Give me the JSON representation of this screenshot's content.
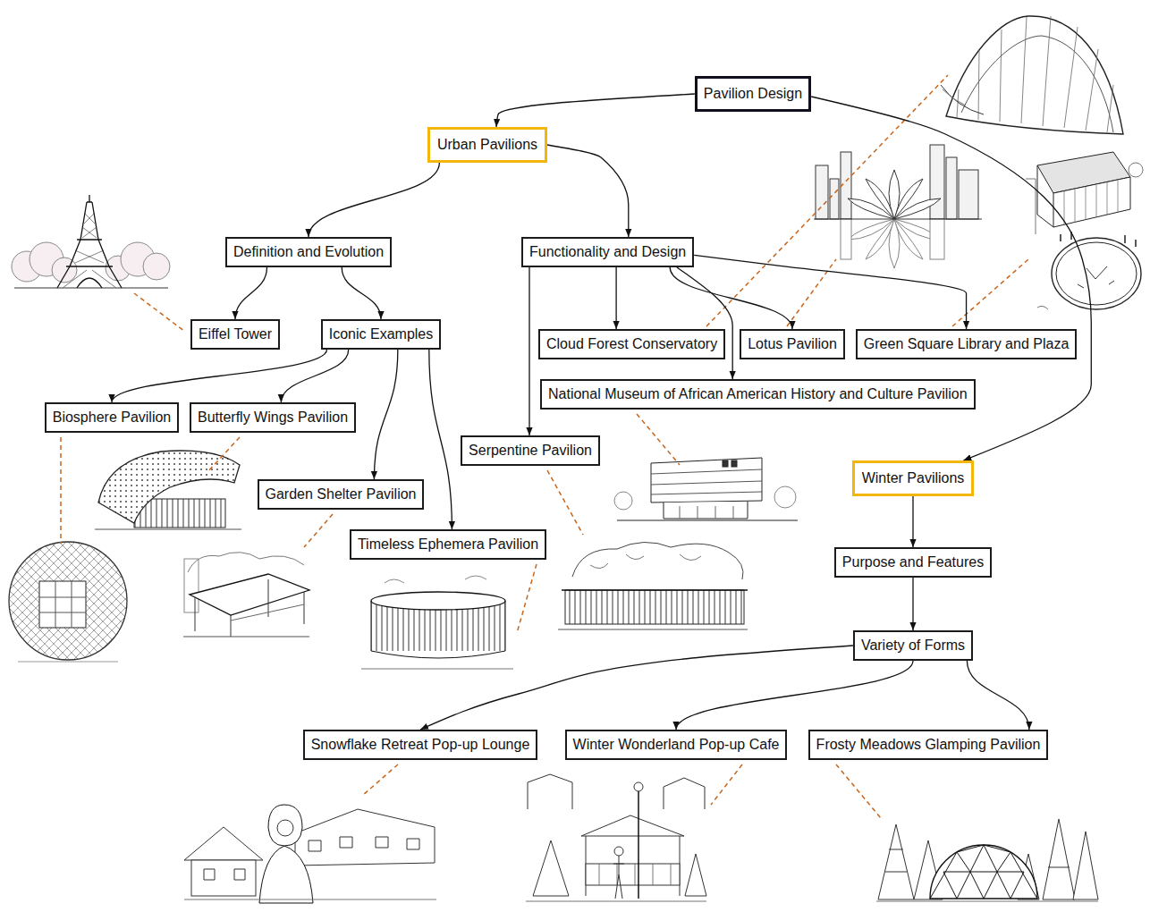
{
  "diagram": {
    "nodes": [
      {
        "text": [
          "Pavilion Design"
        ]
      },
      {
        "text": [
          "Urban Pavilions"
        ]
      },
      {
        "text": [
          "Definition and Evolution"
        ]
      },
      {
        "text": [
          "Functionality and Design"
        ]
      },
      {
        "text": [
          "Eiffel Tower"
        ]
      },
      {
        "text": [
          "Iconic Examples"
        ]
      },
      {
        "text": [
          "Cloud Forest Conservatory"
        ]
      },
      {
        "text": [
          "Lotus Pavilion"
        ]
      },
      {
        "text": [
          "Green Square Library and Plaza"
        ]
      },
      {
        "text": [
          "National Museum of African American History and Culture Pavilion"
        ]
      },
      {
        "text": [
          "Biosphere Pavilion"
        ]
      },
      {
        "text": [
          "Butterfly Wings Pavilion"
        ]
      },
      {
        "text": [
          "Serpentine Pavilion"
        ]
      },
      {
        "text": [
          "Winter Pavilions"
        ]
      },
      {
        "text": [
          "Garden Shelter Pavilion"
        ]
      },
      {
        "text": [
          "Timeless Ephemera Pavilion"
        ]
      },
      {
        "text": [
          "Purpose and Features"
        ]
      },
      {
        "text": [
          "Variety of Forms"
        ]
      },
      {
        "text": [
          "Snowflake Retreat Pop-up Lounge"
        ]
      },
      {
        "text": [
          "Winter Wonderland Pop-up Cafe"
        ]
      },
      {
        "text": [
          "Frosty Meadows Glamping Pavilion"
        ]
      }
    ],
    "edges": [
      {
        "from": 0,
        "to": 1,
        "arrow": "to"
      },
      {
        "from": 0,
        "to": 13,
        "arrow": "to"
      },
      {
        "from": 1,
        "to": 2,
        "arrow": "to"
      },
      {
        "from": 1,
        "to": 3,
        "arrow": "to"
      },
      {
        "from": 2,
        "to": 4,
        "arrow": "to"
      },
      {
        "from": 2,
        "to": 5,
        "arrow": "to"
      },
      {
        "from": 3,
        "to": 6,
        "arrow": "to"
      },
      {
        "from": 3,
        "to": 7,
        "arrow": "to"
      },
      {
        "from": 3,
        "to": 8,
        "arrow": "to"
      },
      {
        "from": 3,
        "to": 9,
        "arrow": "to"
      },
      {
        "from": 3,
        "to": 12,
        "arrow": "to"
      },
      {
        "from": 5,
        "to": 10,
        "arrow": "to"
      },
      {
        "from": 5,
        "to": 11,
        "arrow": "to"
      },
      {
        "from": 5,
        "to": 14,
        "arrow": "to"
      },
      {
        "from": 5,
        "to": 15,
        "arrow": "to"
      },
      {
        "from": 13,
        "to": 16,
        "arrow": "to"
      },
      {
        "from": 16,
        "to": 17,
        "arrow": "to"
      },
      {
        "from": 17,
        "to": 18,
        "arrow": "to"
      },
      {
        "from": 17,
        "to": 19,
        "arrow": "to"
      },
      {
        "from": 17,
        "to": 20,
        "arrow": "to"
      }
    ]
  }
}
